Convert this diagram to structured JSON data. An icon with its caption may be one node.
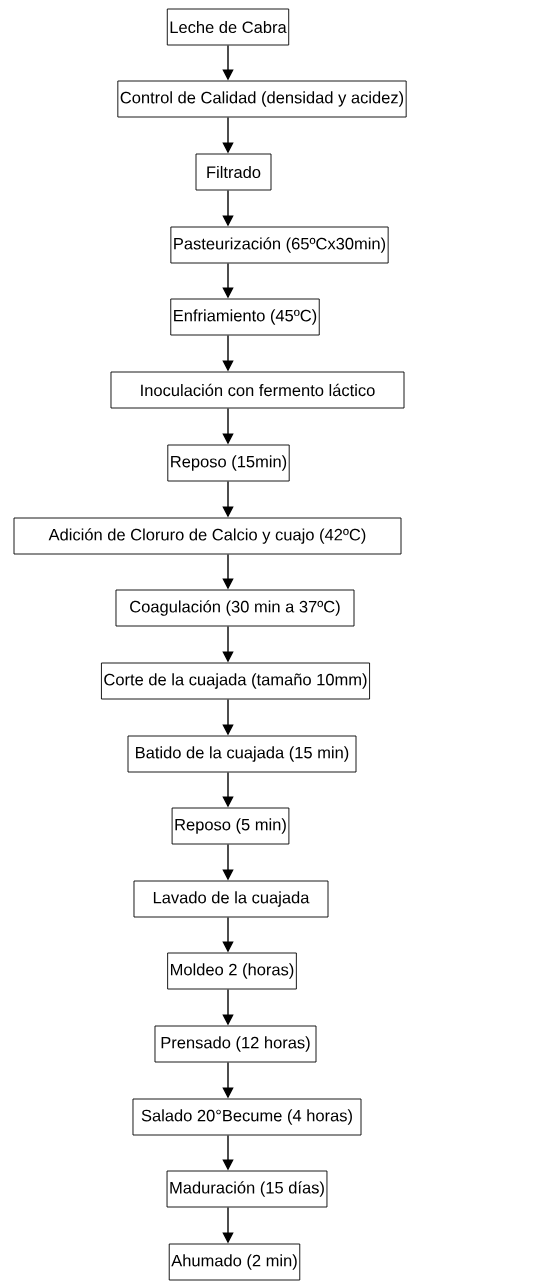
{
  "diagram": {
    "nodes": [
      {
        "text": [
          "Leche de Cabra"
        ]
      },
      {
        "text": [
          "Control de Calidad (densidad y acidez)"
        ]
      },
      {
        "text": [
          "Filtrado"
        ]
      },
      {
        "text": [
          "Pasteurización (65ºCx30min)"
        ]
      },
      {
        "text": [
          "Enfriamiento (45ºC)"
        ]
      },
      {
        "text": [
          "Inoculación con fermento láctico"
        ]
      },
      {
        "text": [
          "Reposo (15min)"
        ]
      },
      {
        "text": [
          "Adición de Cloruro de Calcio y cuajo (42ºC)"
        ]
      },
      {
        "text": [
          "Coagulación (30 min a 37ºC)"
        ]
      },
      {
        "text": [
          "Corte de la cuajada (tamaño 10mm)"
        ]
      },
      {
        "text": [
          "Batido de la cuajada (15 min)"
        ]
      },
      {
        "text": [
          "Reposo (5 min)"
        ]
      },
      {
        "text": [
          "Lavado de la cuajada"
        ]
      },
      {
        "text": [
          "Moldeo 2 (horas)"
        ]
      },
      {
        "text": [
          "Prensado (12 horas)"
        ]
      },
      {
        "text": [
          "Salado 20°Becume (4 horas)"
        ]
      },
      {
        "text": [
          "Maduración (15 días)"
        ]
      },
      {
        "text": [
          "Ahumado (2 min)"
        ]
      }
    ],
    "edges": [
      {
        "from": 0,
        "to": 1,
        "arrow": "to"
      },
      {
        "from": 1,
        "to": 2,
        "arrow": "to"
      },
      {
        "from": 2,
        "to": 3,
        "arrow": "to"
      },
      {
        "from": 3,
        "to": 4,
        "arrow": "to"
      },
      {
        "from": 4,
        "to": 5,
        "arrow": "to"
      },
      {
        "from": 5,
        "to": 6,
        "arrow": "to"
      },
      {
        "from": 6,
        "to": 7,
        "arrow": "to"
      },
      {
        "from": 7,
        "to": 8,
        "arrow": "to"
      },
      {
        "from": 8,
        "to": 9,
        "arrow": "to"
      },
      {
        "from": 9,
        "to": 10,
        "arrow": "to"
      },
      {
        "from": 10,
        "to": 11,
        "arrow": "to"
      },
      {
        "from": 11,
        "to": 12,
        "arrow": "to"
      },
      {
        "from": 12,
        "to": 13,
        "arrow": "to"
      },
      {
        "from": 13,
        "to": 14,
        "arrow": "to"
      },
      {
        "from": 14,
        "to": 15,
        "arrow": "to"
      },
      {
        "from": 15,
        "to": 16,
        "arrow": "to"
      },
      {
        "from": 16,
        "to": 17,
        "arrow": "to"
      }
    ]
  }
}
